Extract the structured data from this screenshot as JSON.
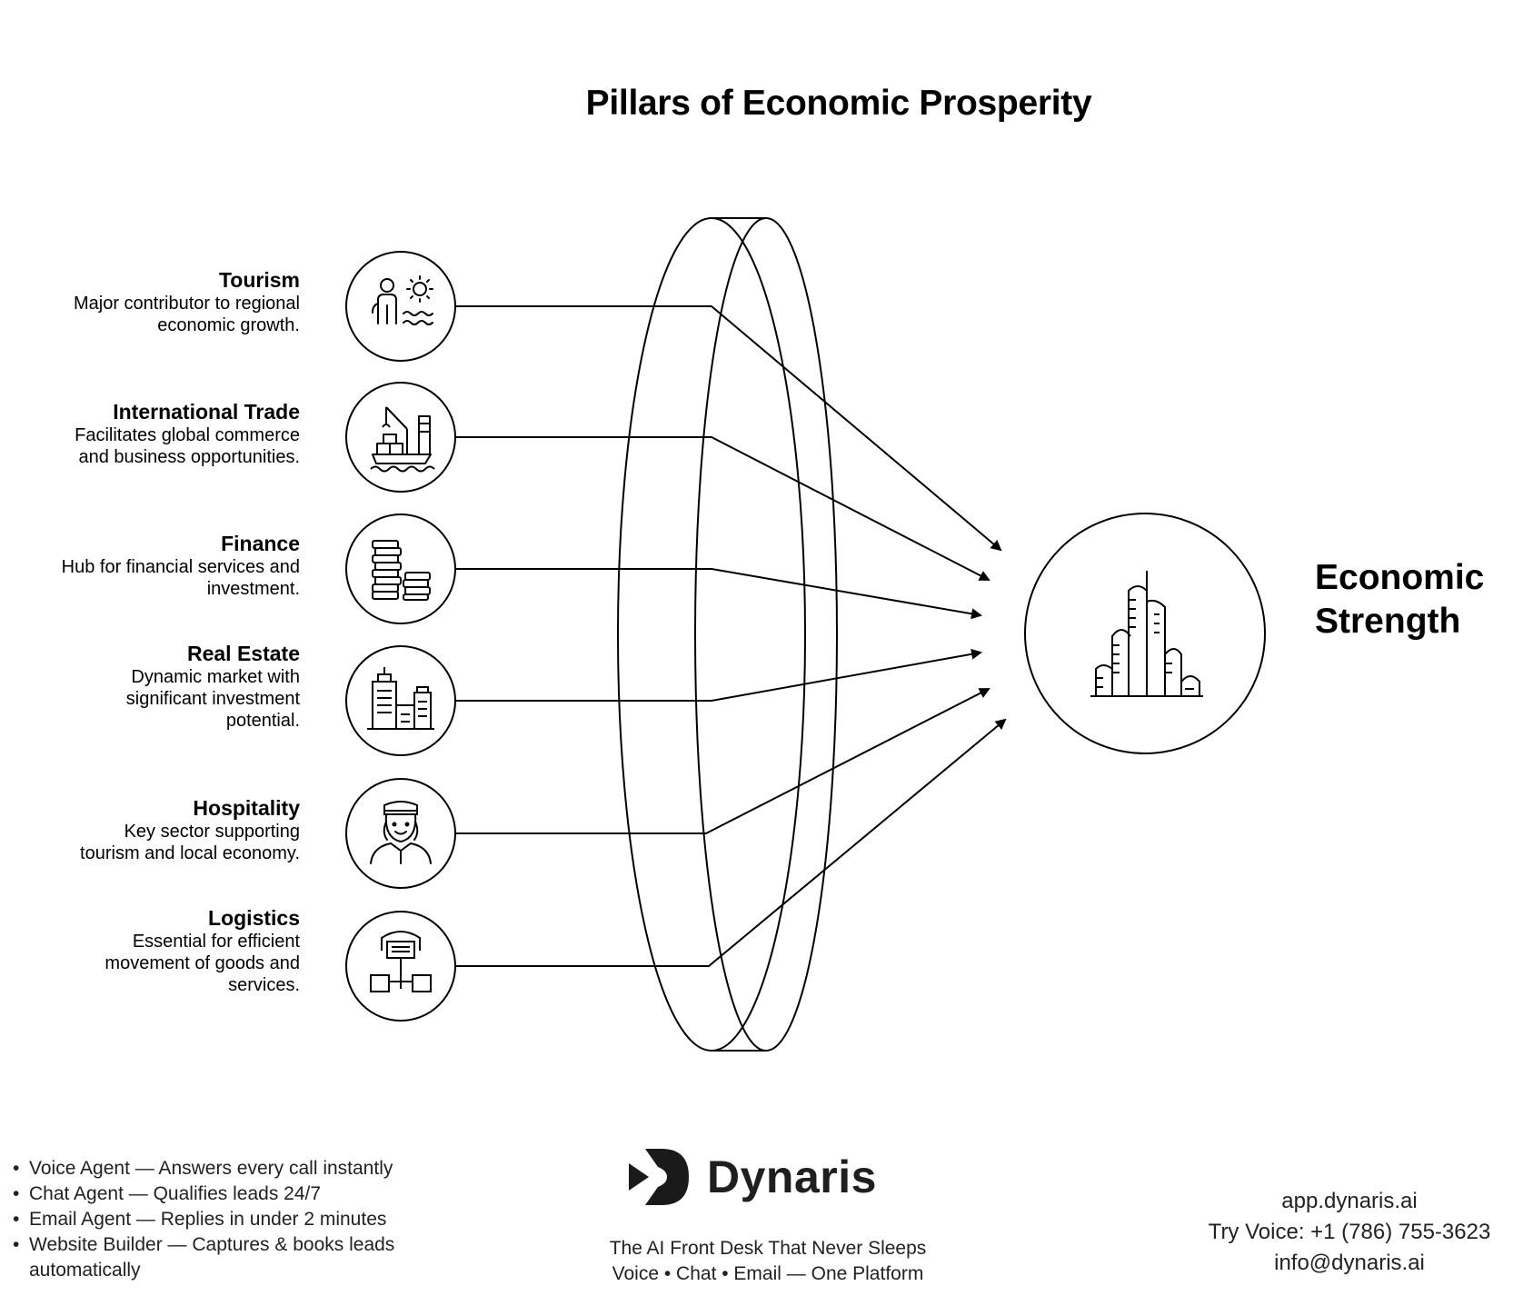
{
  "title": "Pillars of Economic Prosperity",
  "pillars": [
    {
      "name": "Tourism",
      "desc_lines": [
        "Major contributor to regional",
        "economic growth."
      ],
      "icon": "tourism-icon"
    },
    {
      "name": "International Trade",
      "desc_lines": [
        "Facilitates global commerce",
        "and business opportunities."
      ],
      "icon": "ship-icon"
    },
    {
      "name": "Finance",
      "desc_lines": [
        "Hub for financial services and",
        "investment."
      ],
      "icon": "coin-stack-icon"
    },
    {
      "name": "Real Estate",
      "desc_lines": [
        "Dynamic market with",
        "significant investment",
        "potential."
      ],
      "icon": "buildings-icon"
    },
    {
      "name": "Hospitality",
      "desc_lines": [
        "Key sector supporting",
        "tourism and local economy."
      ],
      "icon": "hospitality-staff-icon"
    },
    {
      "name": "Logistics",
      "desc_lines": [
        "Essential for efficient",
        "movement of goods and",
        "services."
      ],
      "icon": "warehouse-network-icon"
    }
  ],
  "result": {
    "line1": "Economic",
    "line2": "Strength",
    "icon": "skyscrapers-icon"
  },
  "footer": {
    "features": [
      "Voice Agent — Answers every call instantly",
      "Chat Agent — Qualifies leads 24/7",
      "Email Agent — Replies in under 2 minutes",
      " Website Builder — Captures & books leads automatically"
    ],
    "brand": "Dynaris",
    "tagline_line1": "The AI Front Desk That Never Sleeps",
    "tagline_line2": "Voice • Chat • Email — One Platform",
    "website": "app.dynaris.ai",
    "phone": "Try Voice: +1 (786) 755-3623",
    "email": "info@dynaris.ai"
  }
}
